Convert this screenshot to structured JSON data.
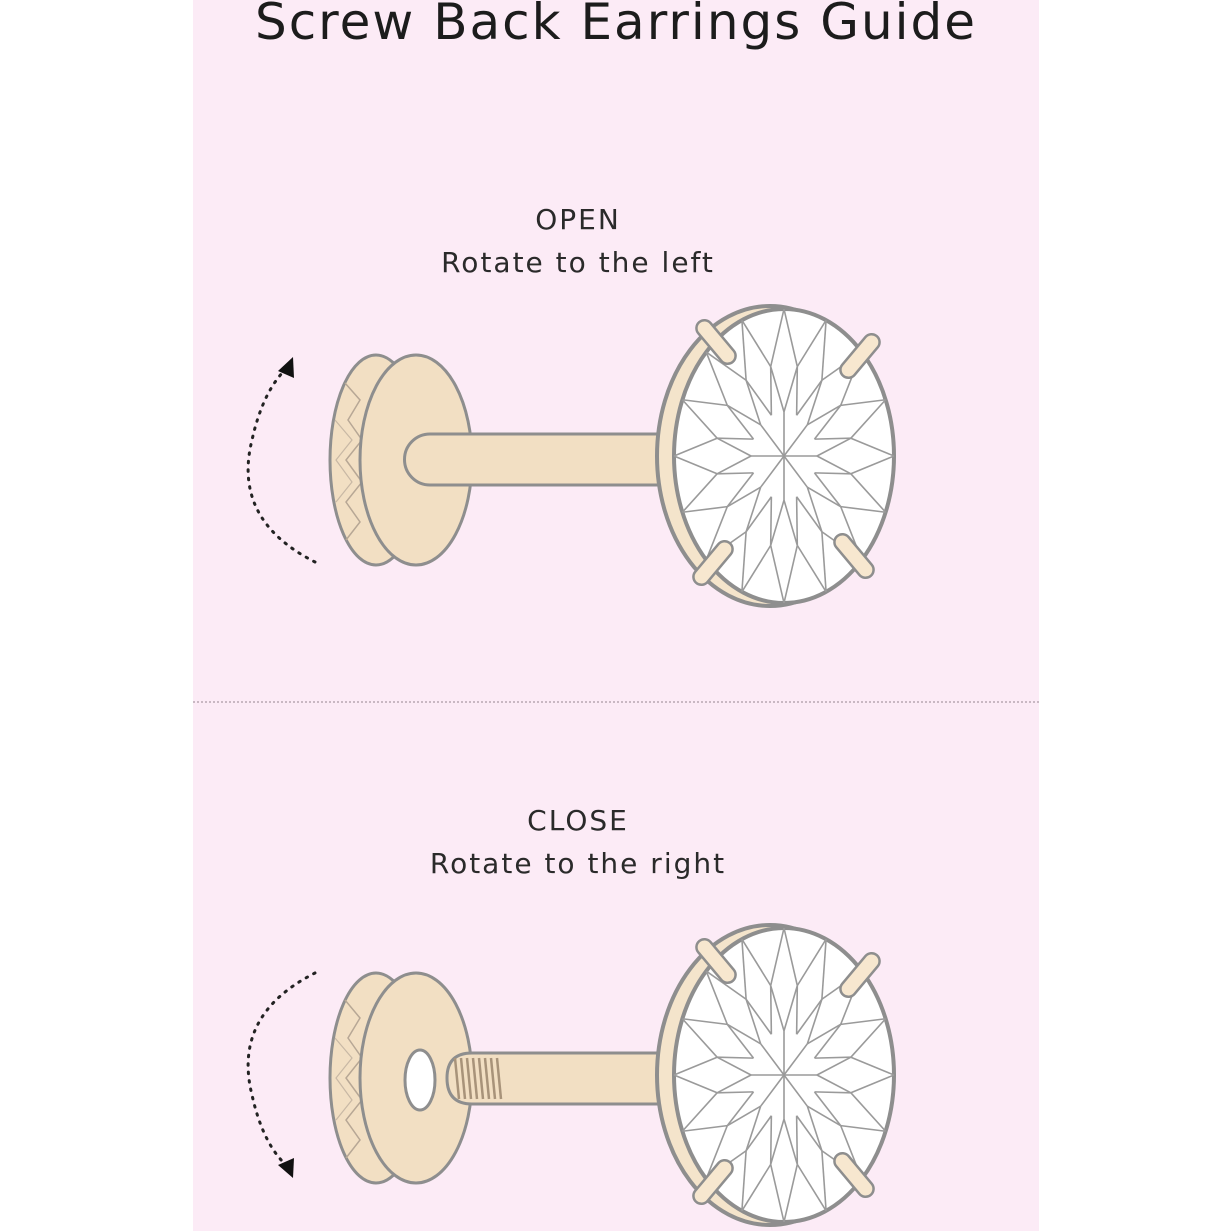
{
  "title": "Screw Back Earrings Guide",
  "steps": [
    {
      "heading": "OPEN",
      "instruction": "Rotate to the left"
    },
    {
      "heading": "CLOSE",
      "instruction": "Rotate to the right"
    }
  ],
  "colors": {
    "background": "#fcebf6",
    "metal": "#f2dfc3",
    "outline": "#8e8e8e",
    "text": "#1c1c1c"
  },
  "icons": [
    "counterclockwise-arrow-icon",
    "clockwise-arrow-icon",
    "screw-back-icon",
    "gemstone-icon"
  ]
}
